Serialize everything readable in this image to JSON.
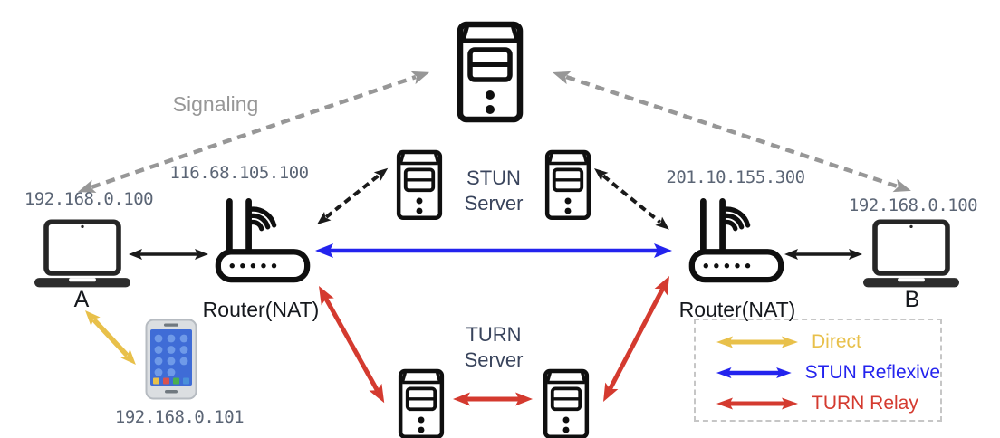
{
  "colors": {
    "direct": "#e8c04a",
    "stun_reflexive": "#2323ee",
    "turn_relay": "#d43a2f",
    "signaling_gray": "#979797",
    "link_black": "#1a1a1a",
    "ip_text": "#5b6575",
    "node_text": "#15181d",
    "server_label": "#39445c"
  },
  "annotations": {
    "signaling": "Signaling"
  },
  "nodes": {
    "laptop_a": {
      "label": "A",
      "ip": "192.168.0.100"
    },
    "router_left": {
      "label": "Router(NAT)",
      "ip": "116.68.105.100"
    },
    "stun_server": {
      "label": "STUN\nServer"
    },
    "turn_server": {
      "label": "TURN\nServer"
    },
    "router_right": {
      "label": "Router(NAT)",
      "ip": "201.10.155.300"
    },
    "laptop_b": {
      "label": "B",
      "ip": "192.168.0.100"
    },
    "phone": {
      "ip": "192.168.0.101"
    }
  },
  "legend": {
    "items": [
      {
        "label": "Direct"
      },
      {
        "label": "STUN Reflexive"
      },
      {
        "label": "TURN Relay"
      }
    ]
  }
}
